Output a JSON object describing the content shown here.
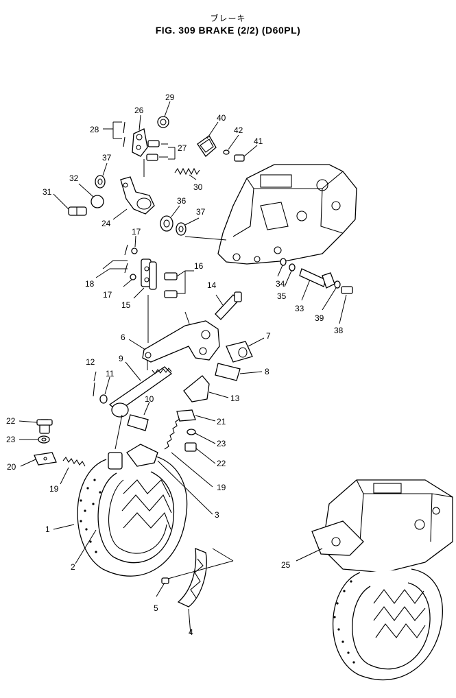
{
  "header": {
    "title_jp": "ブレーキ",
    "title_main": "FIG. 309  BRAKE  (2/2)  (D60PL)"
  },
  "callouts": {
    "c1": "1",
    "c2": "2",
    "c3": "3",
    "c4": "4",
    "c5": "5",
    "c6": "6",
    "c7": "7",
    "c8": "8",
    "c9": "9",
    "c10": "10",
    "c11": "11",
    "c12": "12",
    "c13": "13",
    "c14": "14",
    "c15": "15",
    "c16": "16",
    "c17a": "17",
    "c17b": "17",
    "c18": "18",
    "c19a": "19",
    "c19b": "19",
    "c20": "20",
    "c21": "21",
    "c22a": "22",
    "c22b": "22",
    "c23a": "23",
    "c23b": "23",
    "c24": "24",
    "c25": "25",
    "c26": "26",
    "c27": "27",
    "c28": "28",
    "c29": "29",
    "c30": "30",
    "c31": "31",
    "c32": "32",
    "c33": "33",
    "c34": "34",
    "c35": "35",
    "c36": "36",
    "c37a": "37",
    "c37b": "37",
    "c38": "38",
    "c39": "39",
    "c40": "40",
    "c41": "41",
    "c42": "42"
  }
}
